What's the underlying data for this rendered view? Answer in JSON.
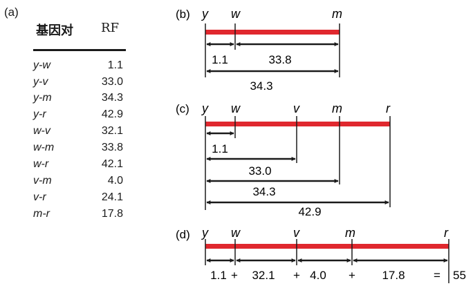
{
  "panels": {
    "a": "(a)",
    "b": "(b)",
    "c": "(c)",
    "d": "(d)"
  },
  "table": {
    "col_pair": "基因对",
    "col_rf": "RF",
    "rows": [
      {
        "pair": "y-w",
        "rf": "1.1"
      },
      {
        "pair": "y-v",
        "rf": "33.0"
      },
      {
        "pair": "y-m",
        "rf": "34.3"
      },
      {
        "pair": "y-r",
        "rf": "42.9"
      },
      {
        "pair": "w-v",
        "rf": "32.1"
      },
      {
        "pair": "w-m",
        "rf": "33.8"
      },
      {
        "pair": "w-r",
        "rf": "42.1"
      },
      {
        "pair": "v-m",
        "rf": "4.0"
      },
      {
        "pair": "v-r",
        "rf": "24.1"
      },
      {
        "pair": "m-r",
        "rf": "17.8"
      }
    ]
  },
  "b": {
    "genes": [
      "y",
      "w",
      "m"
    ],
    "distances": [
      "1.1",
      "33.8",
      "34.3"
    ]
  },
  "c": {
    "genes": [
      "y",
      "w",
      "v",
      "m",
      "r"
    ],
    "distances": [
      "1.1",
      "33.0",
      "34.3",
      "42.9"
    ]
  },
  "d": {
    "genes": [
      "y",
      "w",
      "v",
      "m",
      "r"
    ],
    "distances": [
      "1.1",
      "32.1",
      "4.0",
      "17.8"
    ],
    "plus": "+",
    "equals": "=",
    "total": "55"
  },
  "colors": {
    "chromosome": "#e0282e",
    "ink": "#1a1a1a"
  }
}
